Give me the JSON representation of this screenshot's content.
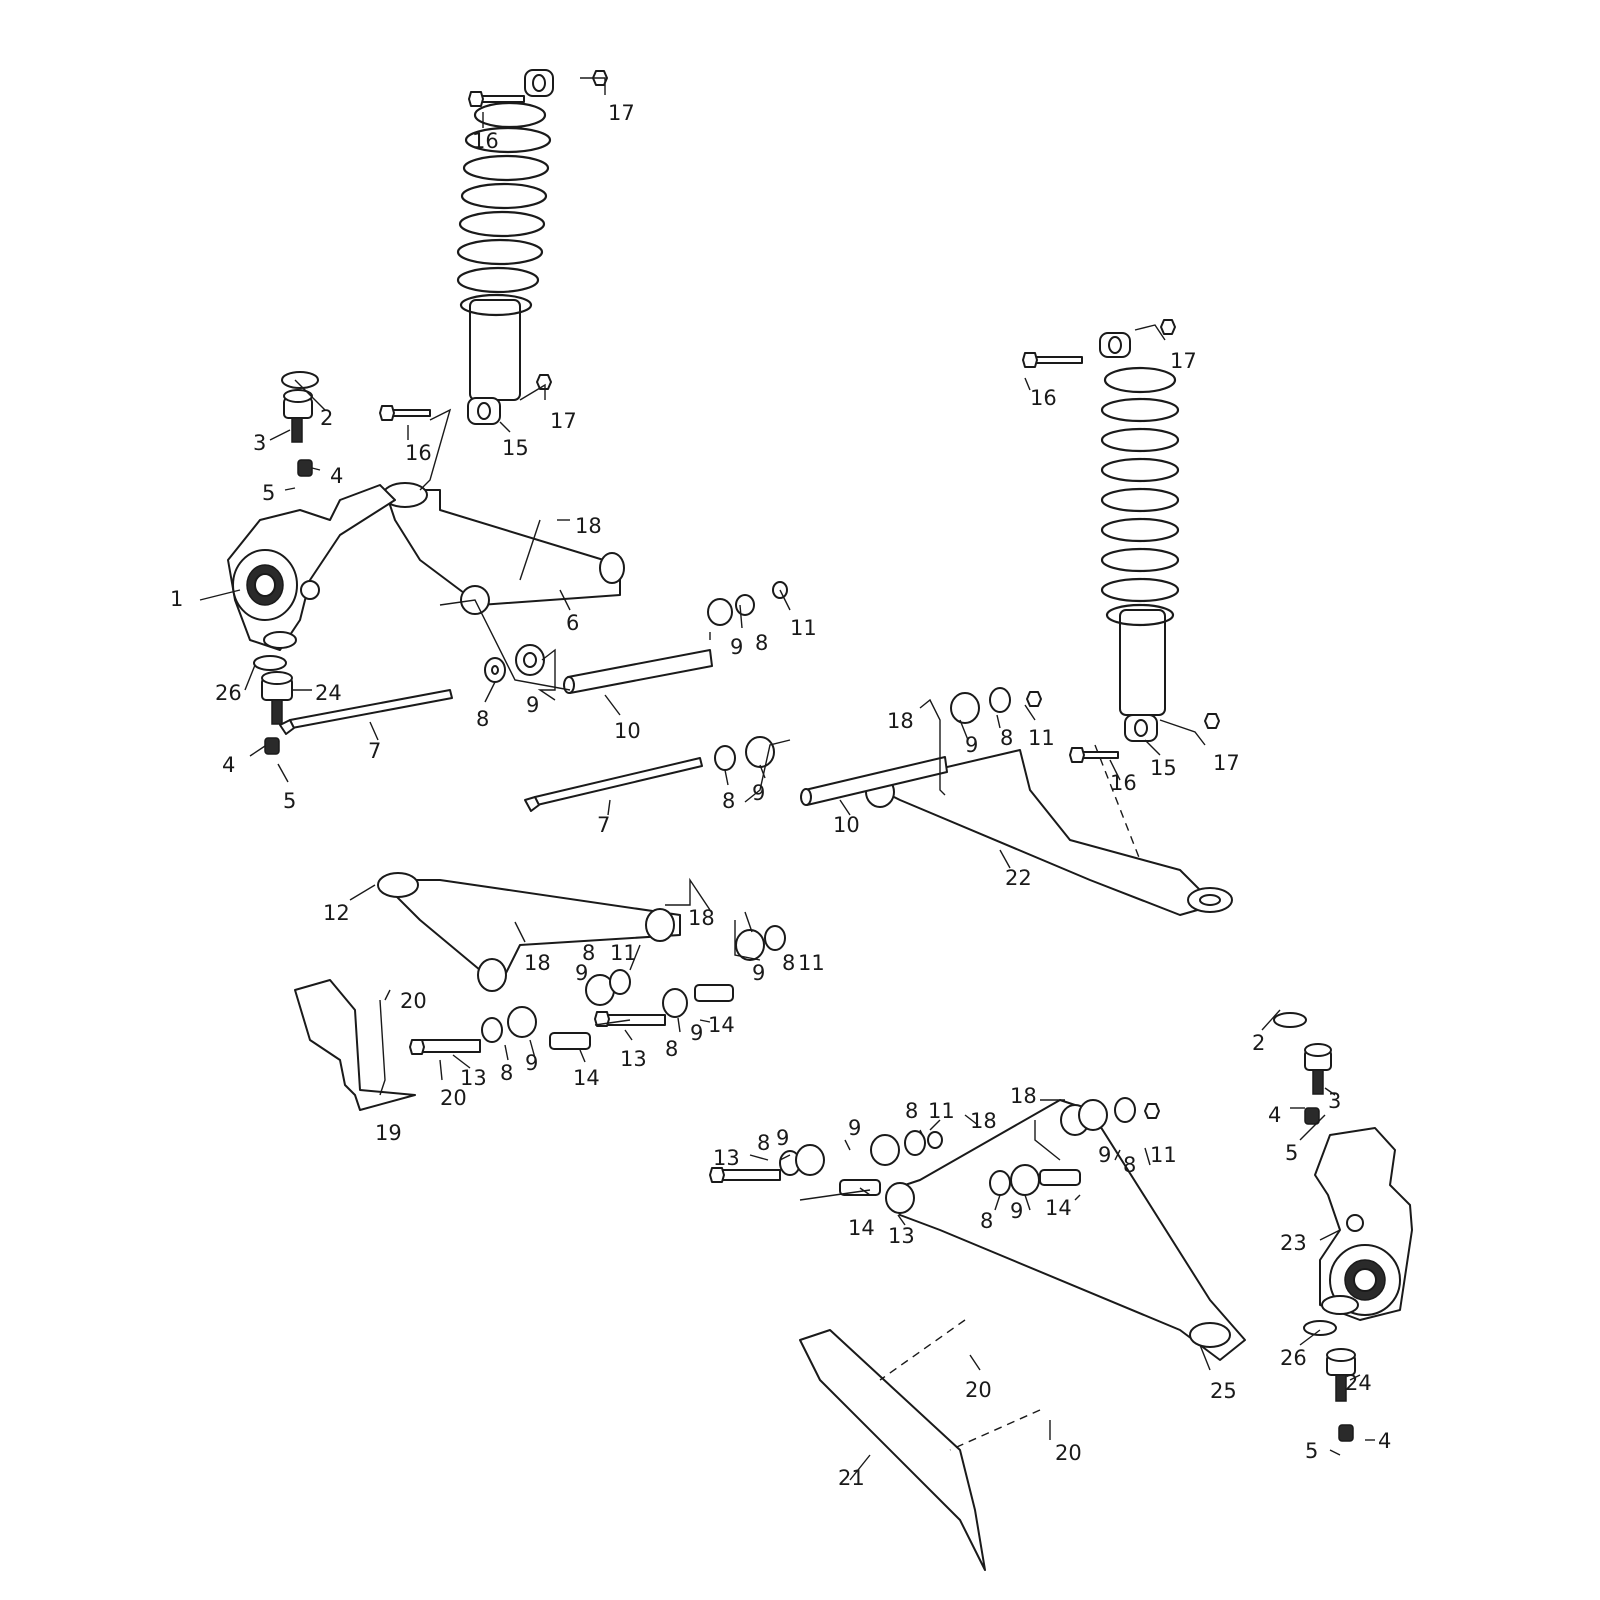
{
  "callouts": [
    {
      "id": "c-17-a",
      "part": "17",
      "text": "17"
    },
    {
      "id": "c-16-a",
      "part": "16",
      "text": "16"
    },
    {
      "id": "c-2-a",
      "part": "2",
      "text": "2"
    },
    {
      "id": "c-3-a",
      "part": "3",
      "text": "3"
    },
    {
      "id": "c-17-b",
      "part": "17",
      "text": "17"
    },
    {
      "id": "c-16-b",
      "part": "16",
      "text": "16"
    },
    {
      "id": "c-15-a",
      "part": "15",
      "text": "15"
    },
    {
      "id": "c-4-a",
      "part": "4",
      "text": "4"
    },
    {
      "id": "c-5-a",
      "part": "5",
      "text": "5"
    },
    {
      "id": "c-18-a",
      "part": "18",
      "text": "18"
    },
    {
      "id": "c-1",
      "part": "1",
      "text": "1"
    },
    {
      "id": "c-6",
      "part": "6",
      "text": "6"
    },
    {
      "id": "c-11-a",
      "part": "11",
      "text": "11"
    },
    {
      "id": "c-9-a",
      "part": "9",
      "text": "9"
    },
    {
      "id": "c-8-a",
      "part": "8",
      "text": "8"
    },
    {
      "id": "c-26-a",
      "part": "26",
      "text": "26"
    },
    {
      "id": "c-24-a",
      "part": "24",
      "text": "24"
    },
    {
      "id": "c-9-b",
      "part": "9",
      "text": "9"
    },
    {
      "id": "c-8-b",
      "part": "8",
      "text": "8"
    },
    {
      "id": "c-10-a",
      "part": "10",
      "text": "10"
    },
    {
      "id": "c-7-a",
      "part": "7",
      "text": "7"
    },
    {
      "id": "c-4-b",
      "part": "4",
      "text": "4"
    },
    {
      "id": "c-5-b",
      "part": "5",
      "text": "5"
    },
    {
      "id": "c-17-c",
      "part": "17",
      "text": "17"
    },
    {
      "id": "c-16-c",
      "part": "16",
      "text": "16"
    },
    {
      "id": "c-18-b",
      "part": "18",
      "text": "18"
    },
    {
      "id": "c-9-c",
      "part": "9",
      "text": "9"
    },
    {
      "id": "c-8-c",
      "part": "8",
      "text": "8"
    },
    {
      "id": "c-11-b",
      "part": "11",
      "text": "11"
    },
    {
      "id": "c-15-b",
      "part": "15",
      "text": "15"
    },
    {
      "id": "c-17-d",
      "part": "17",
      "text": "17"
    },
    {
      "id": "c-16-d",
      "part": "16",
      "text": "16"
    },
    {
      "id": "c-8-d",
      "part": "8",
      "text": "8"
    },
    {
      "id": "c-9-d",
      "part": "9",
      "text": "9"
    },
    {
      "id": "c-7-b",
      "part": "7",
      "text": "7"
    },
    {
      "id": "c-10-b",
      "part": "10",
      "text": "10"
    },
    {
      "id": "c-22",
      "part": "22",
      "text": "22"
    },
    {
      "id": "c-12",
      "part": "12",
      "text": "12"
    },
    {
      "id": "c-18-c",
      "part": "18",
      "text": "18"
    },
    {
      "id": "c-18-d",
      "part": "18",
      "text": "18"
    },
    {
      "id": "c-8-e",
      "part": "8",
      "text": "8"
    },
    {
      "id": "c-11-c",
      "part": "11",
      "text": "11"
    },
    {
      "id": "c-9-e",
      "part": "9",
      "text": "9"
    },
    {
      "id": "c-9-f",
      "part": "9",
      "text": "9"
    },
    {
      "id": "c-8-f",
      "part": "8",
      "text": "8"
    },
    {
      "id": "c-11-d",
      "part": "11",
      "text": "11"
    },
    {
      "id": "c-20-a",
      "part": "20",
      "text": "20"
    },
    {
      "id": "c-14-a",
      "part": "14",
      "text": "14"
    },
    {
      "id": "c-13-a",
      "part": "13",
      "text": "13"
    },
    {
      "id": "c-8-g",
      "part": "8",
      "text": "8"
    },
    {
      "id": "c-9-g",
      "part": "9",
      "text": "9"
    },
    {
      "id": "c-8-h",
      "part": "8",
      "text": "8"
    },
    {
      "id": "c-9-h",
      "part": "9",
      "text": "9"
    },
    {
      "id": "c-13-b",
      "part": "13",
      "text": "13"
    },
    {
      "id": "c-14-b",
      "part": "14",
      "text": "14"
    },
    {
      "id": "c-20-b",
      "part": "20",
      "text": "20"
    },
    {
      "id": "c-19",
      "part": "19",
      "text": "19"
    },
    {
      "id": "c-2-b",
      "part": "2",
      "text": "2"
    },
    {
      "id": "c-4-c",
      "part": "4",
      "text": "4"
    },
    {
      "id": "c-3-b",
      "part": "3",
      "text": "3"
    },
    {
      "id": "c-5-c",
      "part": "5",
      "text": "5"
    },
    {
      "id": "c-18-e",
      "part": "18",
      "text": "18"
    },
    {
      "id": "c-8-i",
      "part": "8",
      "text": "8"
    },
    {
      "id": "c-11-e",
      "part": "11",
      "text": "11"
    },
    {
      "id": "c-18-f",
      "part": "18",
      "text": "18"
    },
    {
      "id": "c-9-i",
      "part": "9",
      "text": "9"
    },
    {
      "id": "c-8-j",
      "part": "8",
      "text": "8"
    },
    {
      "id": "c-11-f",
      "part": "11",
      "text": "11"
    },
    {
      "id": "c-13-c",
      "part": "13",
      "text": "13"
    },
    {
      "id": "c-8-k",
      "part": "8",
      "text": "8"
    },
    {
      "id": "c-9-j",
      "part": "9",
      "text": "9"
    },
    {
      "id": "c-9-k",
      "part": "9",
      "text": "9"
    },
    {
      "id": "c-8-l",
      "part": "8",
      "text": "8"
    },
    {
      "id": "c-9-l",
      "part": "9",
      "text": "9"
    },
    {
      "id": "c-14-c",
      "part": "14",
      "text": "14"
    },
    {
      "id": "c-14-d",
      "part": "14",
      "text": "14"
    },
    {
      "id": "c-13-d",
      "part": "13",
      "text": "13"
    },
    {
      "id": "c-23",
      "part": "23",
      "text": "23"
    },
    {
      "id": "c-26-b",
      "part": "26",
      "text": "26"
    },
    {
      "id": "c-24-b",
      "part": "24",
      "text": "24"
    },
    {
      "id": "c-25",
      "part": "25",
      "text": "25"
    },
    {
      "id": "c-20-c",
      "part": "20",
      "text": "20"
    },
    {
      "id": "c-20-d",
      "part": "20",
      "text": "20"
    },
    {
      "id": "c-21",
      "part": "21",
      "text": "21"
    },
    {
      "id": "c-5-d",
      "part": "5",
      "text": "5"
    },
    {
      "id": "c-4-d",
      "part": "4",
      "text": "4"
    }
  ]
}
